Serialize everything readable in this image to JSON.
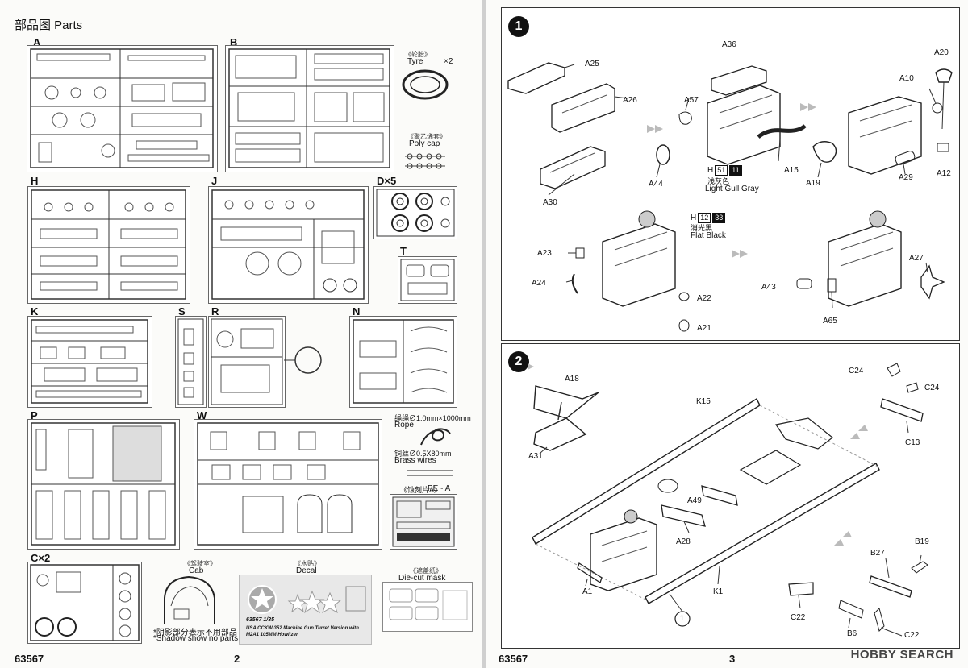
{
  "left_page": {
    "title": "部品图 Parts",
    "page_code": "63567",
    "page_number": "2",
    "sprues": [
      {
        "label": "A"
      },
      {
        "label": "B"
      },
      {
        "label": "H"
      },
      {
        "label": "J"
      },
      {
        "label": "D×5"
      },
      {
        "label": "T"
      },
      {
        "label": "K"
      },
      {
        "label": "S"
      },
      {
        "label": "R"
      },
      {
        "label": "N"
      },
      {
        "label": "P"
      },
      {
        "label": "W"
      },
      {
        "label": "C×2"
      }
    ],
    "extras": {
      "tyre_cn": "《轮胎》",
      "tyre_en": "Tyre",
      "tyre_qty": "×2",
      "polycap_cn": "《聚乙烯套》",
      "polycap_en": "Poly cap",
      "rope_cn": "绳绳∅1.0mm×1000mm",
      "rope_en": "Rope",
      "brass_cn": "铜丝∅0.5X80mm",
      "brass_en": "Brass wires",
      "pe_cn": "《蚀刻片A》",
      "pe_en": "PE - A",
      "cab_cn": "《驾驶室》",
      "cab_en": "Cab",
      "decal_cn": "《水贴》",
      "decal_en": "Decal",
      "mask_cn": "《遮盖纸》",
      "mask_en": "Die-cut mask",
      "shadow_cn": "*阴影部分表示不用部品",
      "shadow_en": "*Shadow show no parts",
      "decal_code": "63567 1/35",
      "decal_title": "USA CCKW-352 Machine Gun Turret Version with M2A1 105MM Howitzer"
    }
  },
  "right_page": {
    "page_code": "63567",
    "page_number": "3",
    "watermark": "HOBBY SEARCH",
    "steps": [
      {
        "number": "1",
        "labels": [
          "A25",
          "A26",
          "A36",
          "A57",
          "A44",
          "A15",
          "A20",
          "A10",
          "A12",
          "A29",
          "A19",
          "A30",
          "A23",
          "A24",
          "A22",
          "A21",
          "A43",
          "A27",
          "A65"
        ],
        "color_notes": [
          {
            "prefix": "H",
            "code1": "51",
            "code2": "11",
            "name_cn": "浅灰色",
            "name_en": "Light Gull Gray"
          },
          {
            "prefix": "H",
            "code1": "12",
            "code2": "33",
            "name_cn": "消光黑",
            "name_en": "Flat Black"
          }
        ]
      },
      {
        "number": "2",
        "labels": [
          "A18",
          "A31",
          "K15",
          "A49",
          "A28",
          "A1",
          "K1",
          "C24",
          "C24",
          "C13",
          "B19",
          "B27",
          "B6",
          "C22",
          "C22"
        ],
        "callout": "1"
      }
    ]
  }
}
